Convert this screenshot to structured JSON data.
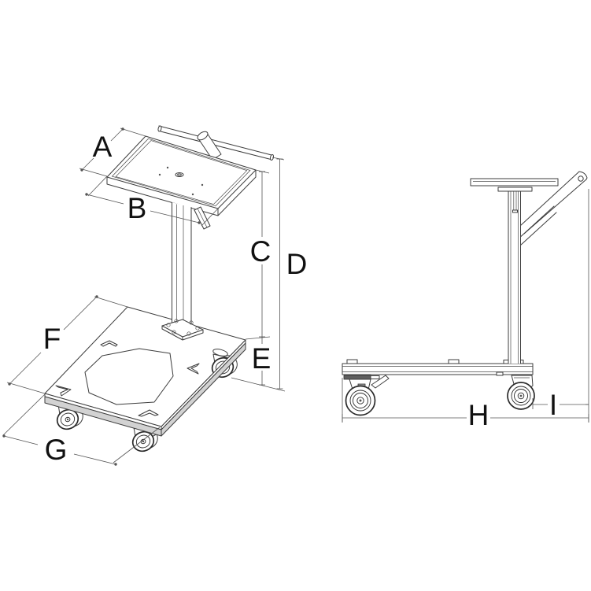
{
  "diagram": {
    "type": "technical-drawing",
    "background_color": "#ffffff",
    "line_color": "#3d3d3d",
    "dimension_line_color": "#555555",
    "label_color": "#111111",
    "views": {
      "isometric": {
        "name": "isometric view",
        "dimension_labels": [
          "A",
          "B",
          "C",
          "D",
          "E",
          "F",
          "G"
        ]
      },
      "side": {
        "name": "side elevation view",
        "dimension_labels": [
          "H",
          "I"
        ]
      }
    },
    "dimensions": {
      "A": {
        "label": "A"
      },
      "B": {
        "label": "B"
      },
      "C": {
        "label": "C"
      },
      "D": {
        "label": "D"
      },
      "E": {
        "label": "E"
      },
      "F": {
        "label": "F"
      },
      "G": {
        "label": "G"
      },
      "H": {
        "label": "H"
      },
      "I": {
        "label": "I"
      }
    }
  }
}
